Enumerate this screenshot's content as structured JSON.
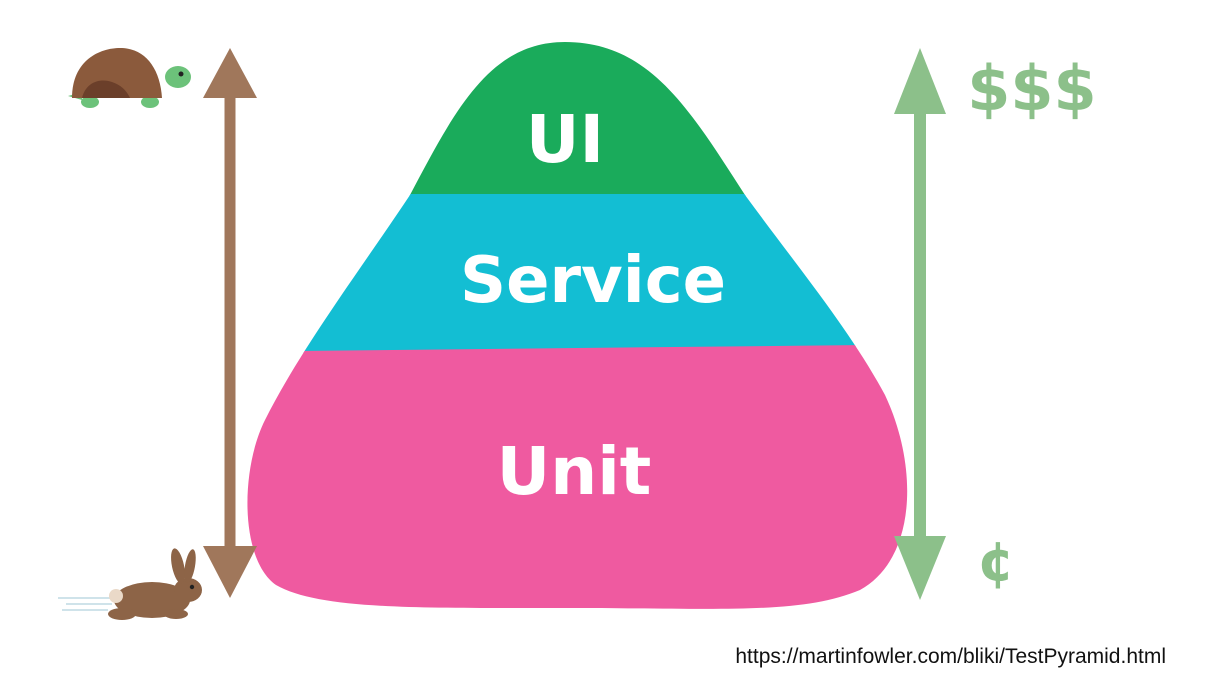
{
  "diagram": {
    "layers": [
      {
        "label": "UI",
        "color": "#1aab5b"
      },
      {
        "label": "Service",
        "color": "#13bed3"
      },
      {
        "label": "Unit",
        "color": "#ef5aa0"
      }
    ],
    "speed_arrow": {
      "color": "#a0775b",
      "top_icon": "turtle-icon",
      "bottom_icon": "rabbit-icon"
    },
    "cost_arrow": {
      "color": "#8cc08a",
      "top_label": "$$$",
      "bottom_label": "¢"
    },
    "colors": {
      "turtle_shell": "#8b5a3c",
      "turtle_body": "#6cc27a",
      "rabbit": "#8d6447"
    }
  },
  "source_url": "https://martinfowler.com/bliki/TestPyramid.html"
}
